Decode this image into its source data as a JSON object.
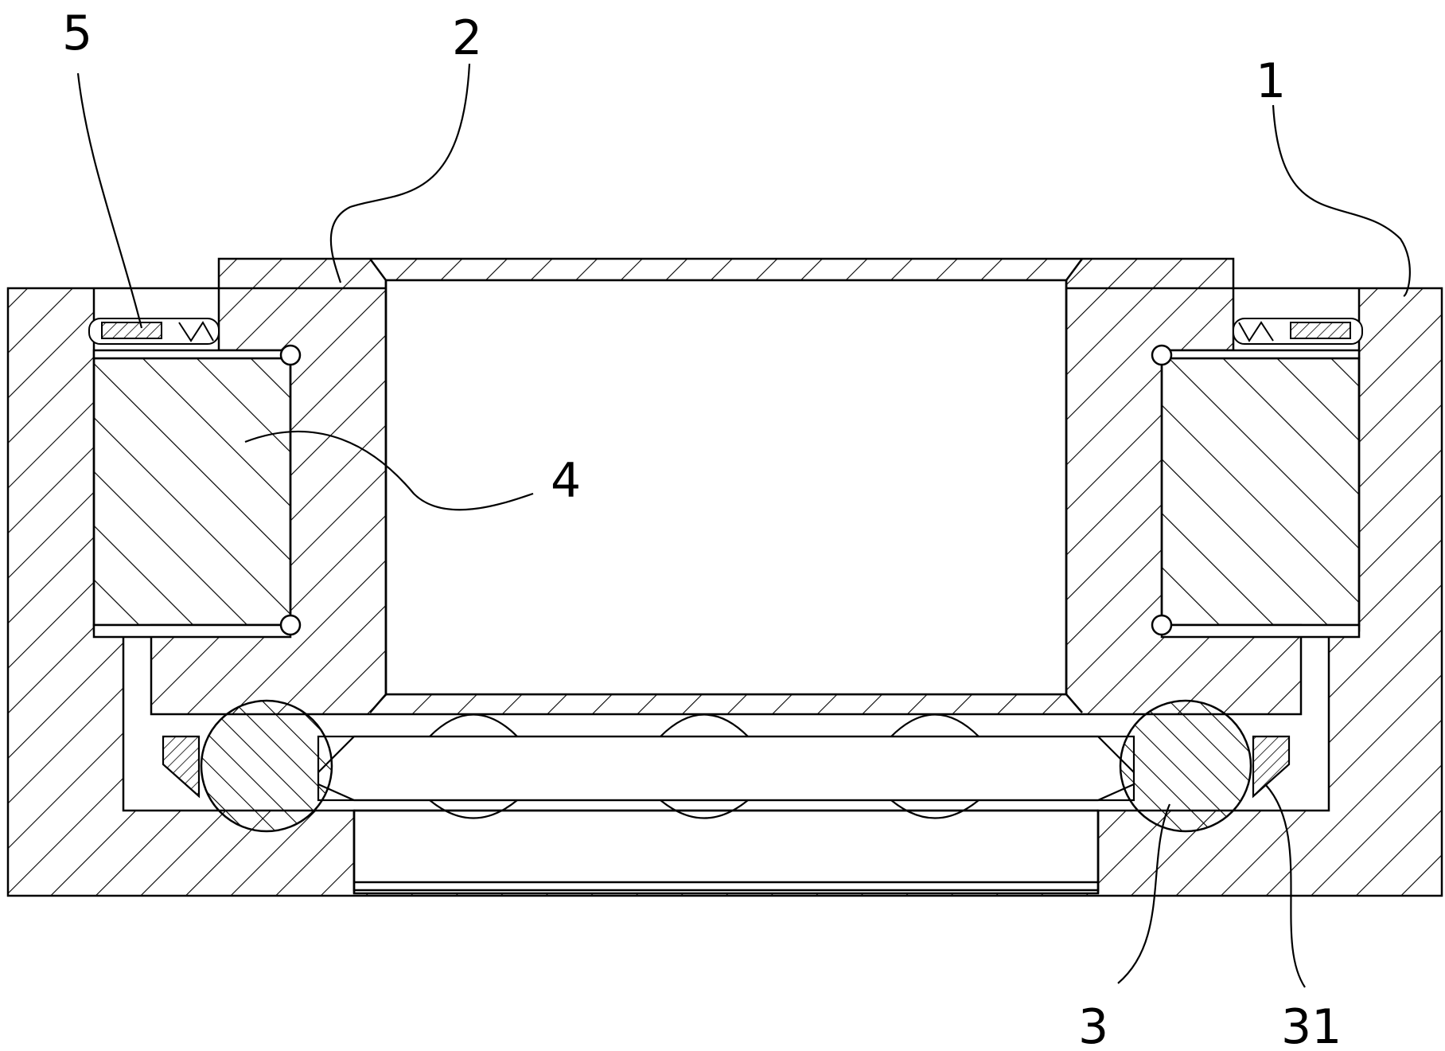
{
  "figure": {
    "labels": {
      "label_1": "1",
      "label_2": "2",
      "label_3": "3",
      "label_31": "31",
      "label_4": "4",
      "label_5": "5"
    }
  },
  "colors": {
    "ink": "#000000",
    "paper": "#ffffff"
  }
}
